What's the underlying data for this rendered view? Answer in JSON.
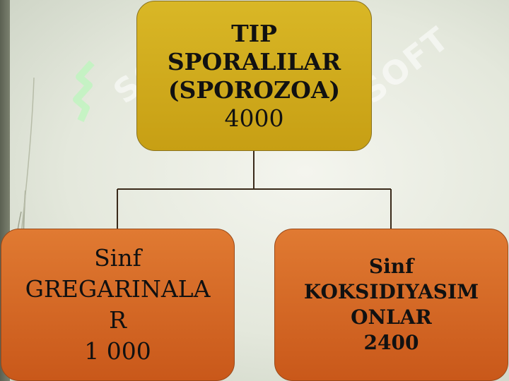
{
  "diagram": {
    "top_node": {
      "line1": "TIP",
      "line2": "SPORALILAR",
      "line3": "(SPOROZOA)",
      "count": "4000"
    },
    "left_node": {
      "line1": "Sinf",
      "line2": "GREGARINALA",
      "line3": "R",
      "count": "1 000"
    },
    "right_node": {
      "line1": "Sinf",
      "line2": "KOKSIDIYASIM",
      "line3": "ONLAR",
      "count": "2400"
    }
  },
  "watermark": {
    "text": "SOFT"
  },
  "colors": {
    "top_fill": "#d4b021",
    "child_fill": "#d86a26",
    "connector": "#3a2a1a",
    "strip": "#6b7060"
  }
}
